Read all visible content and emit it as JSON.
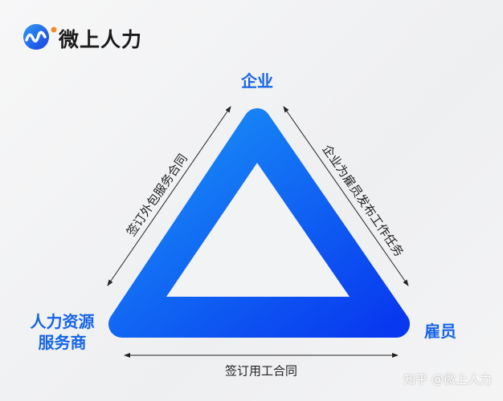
{
  "logo": {
    "text": "微上人力"
  },
  "nodes": {
    "top": "企业",
    "left_line1": "人力资源",
    "left_line2": "服务商",
    "right": "雇员"
  },
  "edges": {
    "left": "签订外包服务合同",
    "right": "企业为雇员发布工作任务",
    "bottom": "签订用工合同"
  },
  "watermark": "知乎 @微上人力",
  "colors": {
    "gradient_start": "#1a8cf5",
    "gradient_end": "#0a3ff0",
    "label": "#1565e8"
  }
}
